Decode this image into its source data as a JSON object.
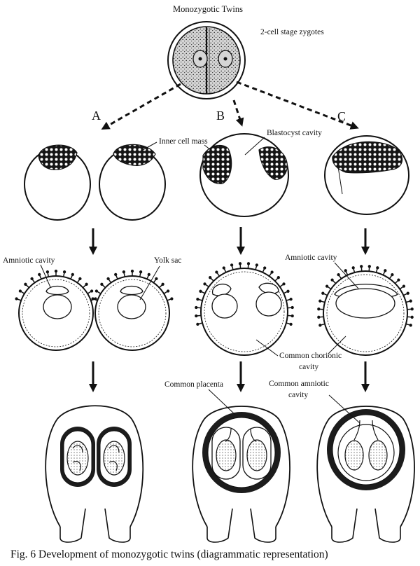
{
  "title": "Monozygotic Twins",
  "caption": "Fig. 6 Development of monozygotic twins (diagrammatic representation)",
  "routes": {
    "a": "A",
    "b": "B",
    "c": "C"
  },
  "labels": {
    "zygote": "2-cell stage zygotes",
    "inner_cell_mass": "Inner cell mass",
    "blastocyst_cavity": "Blastocyst cavity",
    "amniotic_cavity_a": "Amniotic cavity",
    "yolk_sac": "Yolk sac",
    "amniotic_cavity_c": "Amniotic cavity",
    "common_chorionic_1": "Common chorionic",
    "common_chorionic_2": "cavity",
    "common_placenta": "Common placenta",
    "common_amniotic_1": "Common amniotic",
    "common_amniotic_2": "cavity"
  },
  "colors": {
    "ink": "#111111",
    "paper": "#ffffff",
    "tissue": "#1c1c1c"
  }
}
